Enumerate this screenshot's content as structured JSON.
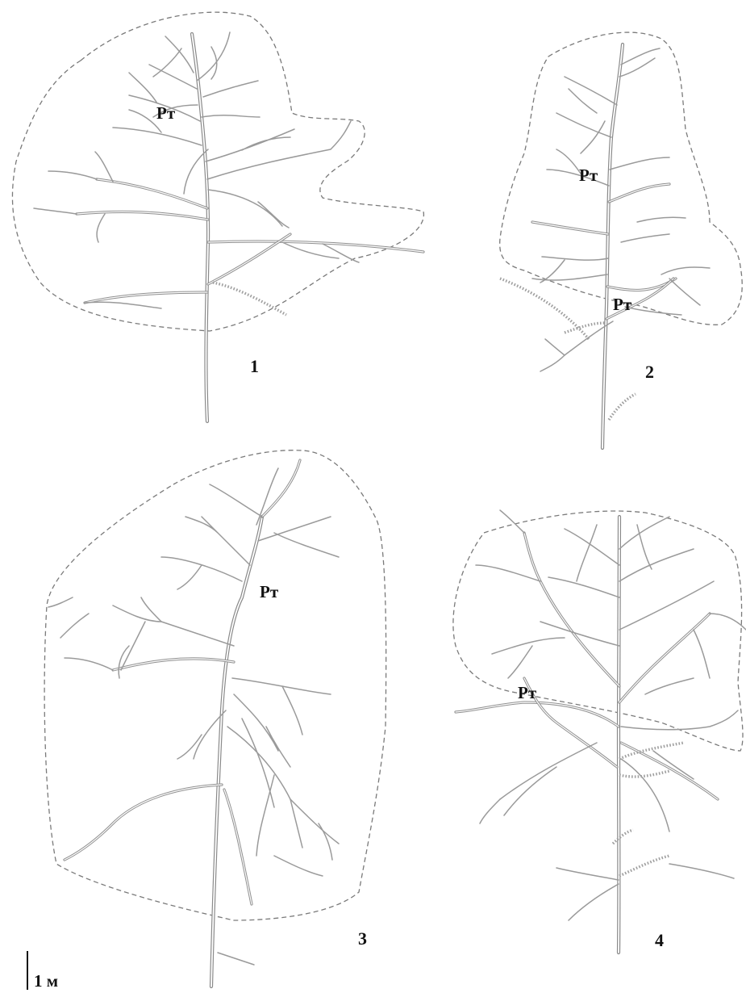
{
  "trees": [
    {
      "number": "1",
      "labels": [
        "Рт"
      ]
    },
    {
      "number": "2",
      "labels": [
        "Рт",
        "Рт"
      ]
    },
    {
      "number": "3",
      "labels": [
        "Рт"
      ]
    },
    {
      "number": "4",
      "labels": [
        "Рт"
      ]
    }
  ],
  "scale": {
    "label": "1 м"
  },
  "colors": {
    "line": "#8a8a8a",
    "text": "#111111",
    "background": "#ffffff"
  }
}
